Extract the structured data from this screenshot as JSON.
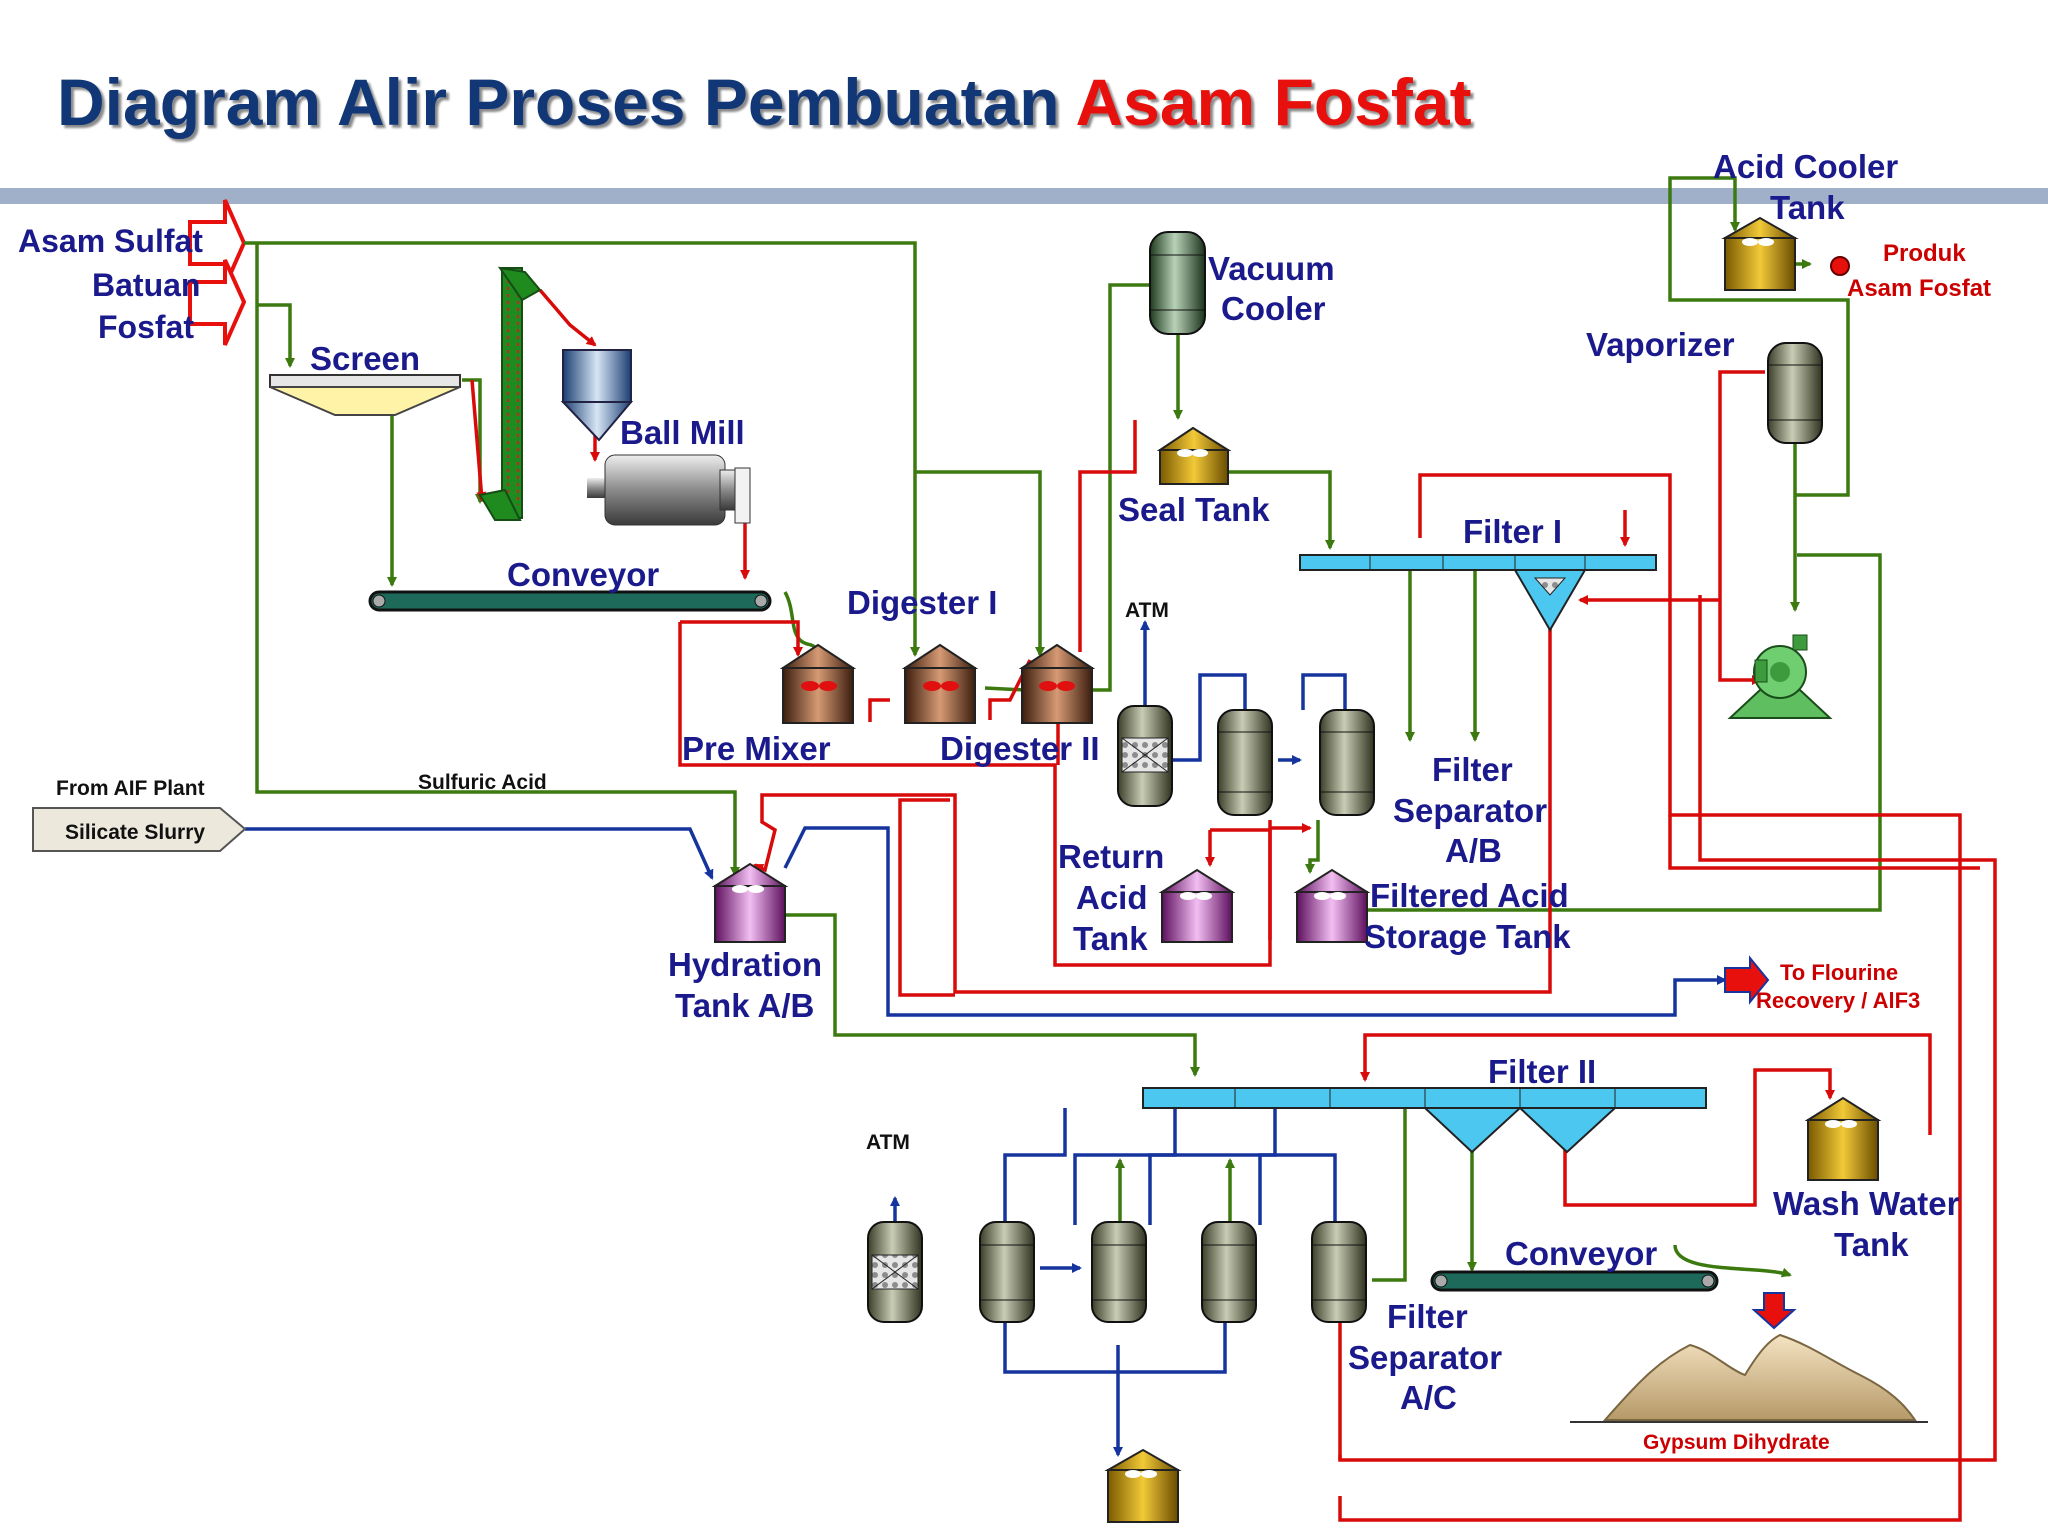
{
  "title": {
    "main": "Diagram Alir Proses Pembuatan ",
    "highlight": "Asam Fosfat"
  },
  "labels": {
    "asam_sulfat": "Asam Sulfat",
    "batuan": "Batuan",
    "fosfat": "Fosfat",
    "screen": "Screen",
    "ball_mill": "Ball Mill",
    "conveyor_top": "Conveyor",
    "digester_1": "Digester I",
    "digester_2": "Digester II",
    "pre_mixer": "Pre Mixer",
    "vacuum_cooler_1": "Vacuum",
    "vacuum_cooler_2": "Cooler",
    "seal_tank": "Seal Tank",
    "atm_top": "ATM",
    "atm_bottom": "ATM",
    "filter_1": "Filter I",
    "filter_2": "Filter II",
    "acid_cooler_1": "Acid Cooler",
    "acid_cooler_2": "Tank",
    "produk_1": "Produk",
    "produk_2": "Asam Fosfat",
    "vaporizer": "Vaporizer",
    "filter_sep_ab_1": "Filter",
    "filter_sep_ab_2": "Separator",
    "filter_sep_ab_3": "A/B",
    "return_acid_1": "Return",
    "return_acid_2": "Acid",
    "return_acid_3": "Tank",
    "filtered_acid_1": "Filtered Acid",
    "filtered_acid_2": "Storage Tank",
    "from_aif": "From AIF Plant",
    "sulfuric_acid": "Sulfuric Acid",
    "silicate_slurry": "Silicate Slurry",
    "hydration_1": "Hydration",
    "hydration_2": "Tank A/B",
    "flourine_1": "To Flourine",
    "flourine_2": "Recovery / AlF3",
    "wash_water_1": "Wash Water",
    "wash_water_2": "Tank",
    "conveyor_bottom": "Conveyor",
    "filter_sep_ac_1": "Filter",
    "filter_sep_ac_2": "Separator",
    "filter_sep_ac_3": "A/C",
    "gypsum": "Gypsum Dihydrate"
  },
  "colors": {
    "title": "#123777",
    "title_highlight": "#e8100c",
    "green_line": "#3c7a10",
    "red_line": "#d90a0a",
    "blue_line": "#16349e",
    "label": "#1a1a8c"
  }
}
